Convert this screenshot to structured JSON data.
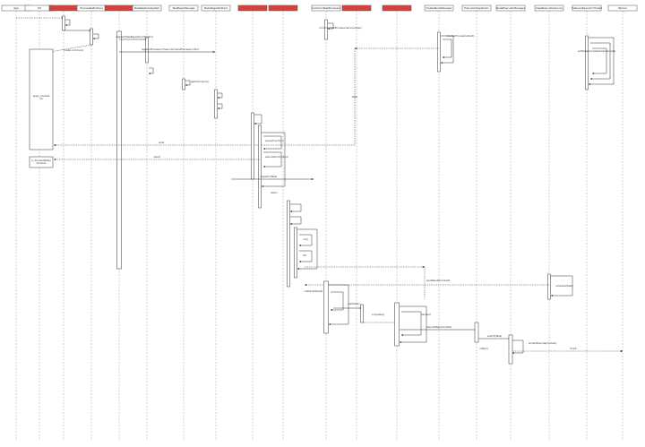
{
  "colors": {
    "header_red": "#d9413b",
    "line": "#333333",
    "lifeline": "#888888",
    "return": "#444444"
  },
  "participants": [
    {
      "id": "p0",
      "label": "App",
      "red": false
    },
    {
      "id": "p1",
      "label": "OS",
      "red": false
    },
    {
      "id": "p2",
      "label": "",
      "red": true
    },
    {
      "id": "p3",
      "label": "ProcessDefinitions",
      "red": false
    },
    {
      "id": "p4",
      "label": "",
      "red": true
    },
    {
      "id": "p5",
      "label": "NodeRestoreSystem",
      "red": false
    },
    {
      "id": "p6",
      "label": "TaskRepoManager",
      "red": false
    },
    {
      "id": "p7",
      "label": "NodeRegisterStack",
      "red": false
    },
    {
      "id": "p8",
      "label": "",
      "red": true
    },
    {
      "id": "p9",
      "label": "",
      "red": true
    },
    {
      "id": "p10",
      "label": "CommonTaskProcessor",
      "red": false
    },
    {
      "id": "p11",
      "label": "",
      "red": true
    },
    {
      "id": "p12",
      "label": "",
      "red": true
    },
    {
      "id": "p13",
      "label": "ClusterNodeManager",
      "red": false
    },
    {
      "id": "p14",
      "label": "ExecutorDispatcher",
      "red": false
    },
    {
      "id": "p15",
      "label": "NodeExecutorManager",
      "red": false
    },
    {
      "id": "p16",
      "label": "ClassExecutorService",
      "red": false
    },
    {
      "id": "p17",
      "label": "InstanceExecutorThread",
      "red": false
    },
    {
      "id": "p18",
      "label": "Worker",
      "red": false
    }
  ],
  "messages": {
    "m_create_comm": "create command",
    "m_register": "register(TaskRepositoryHandler)",
    "m_register_proc": "registerProcessor(Class,CommandProcessor),Proc",
    "m_get_cmd": "getCommand()",
    "m_handle": "handle()",
    "m_node": "node",
    "m_common": "CommonTaskProcessorService(Task)",
    "m_handle2": "handle(ProcessContext)",
    "m_query": "query(Function)",
    "m_state": "state",
    "m_exec_cmd": "execute(Command)",
    "m_run": "run()",
    "m_result": "result",
    "m_dispatch": "dispatch(Task)",
    "m_task_exec": "executeTask(Context)",
    "m_submit": "submit(Task)",
    "m_worker_exec": "workerExecute(Context)",
    "m_thread": "notifyTaskCompleted(InstanceId)",
    "m_return": "return",
    "m_ok": "OK",
    "m_send": "sendResult(Context)",
    "m_schedule": "schedule(Task)",
    "m_callback": "callback(Result)",
    "m_wait": "wait(Task)",
    "m_complete": "complete()",
    "m_finish": "finish",
    "m_notify": "notify()"
  },
  "activation_notes": {
    "big_note": "apply_Context\nrun",
    "small_note": "is_Sucess(State)\nChannel"
  }
}
